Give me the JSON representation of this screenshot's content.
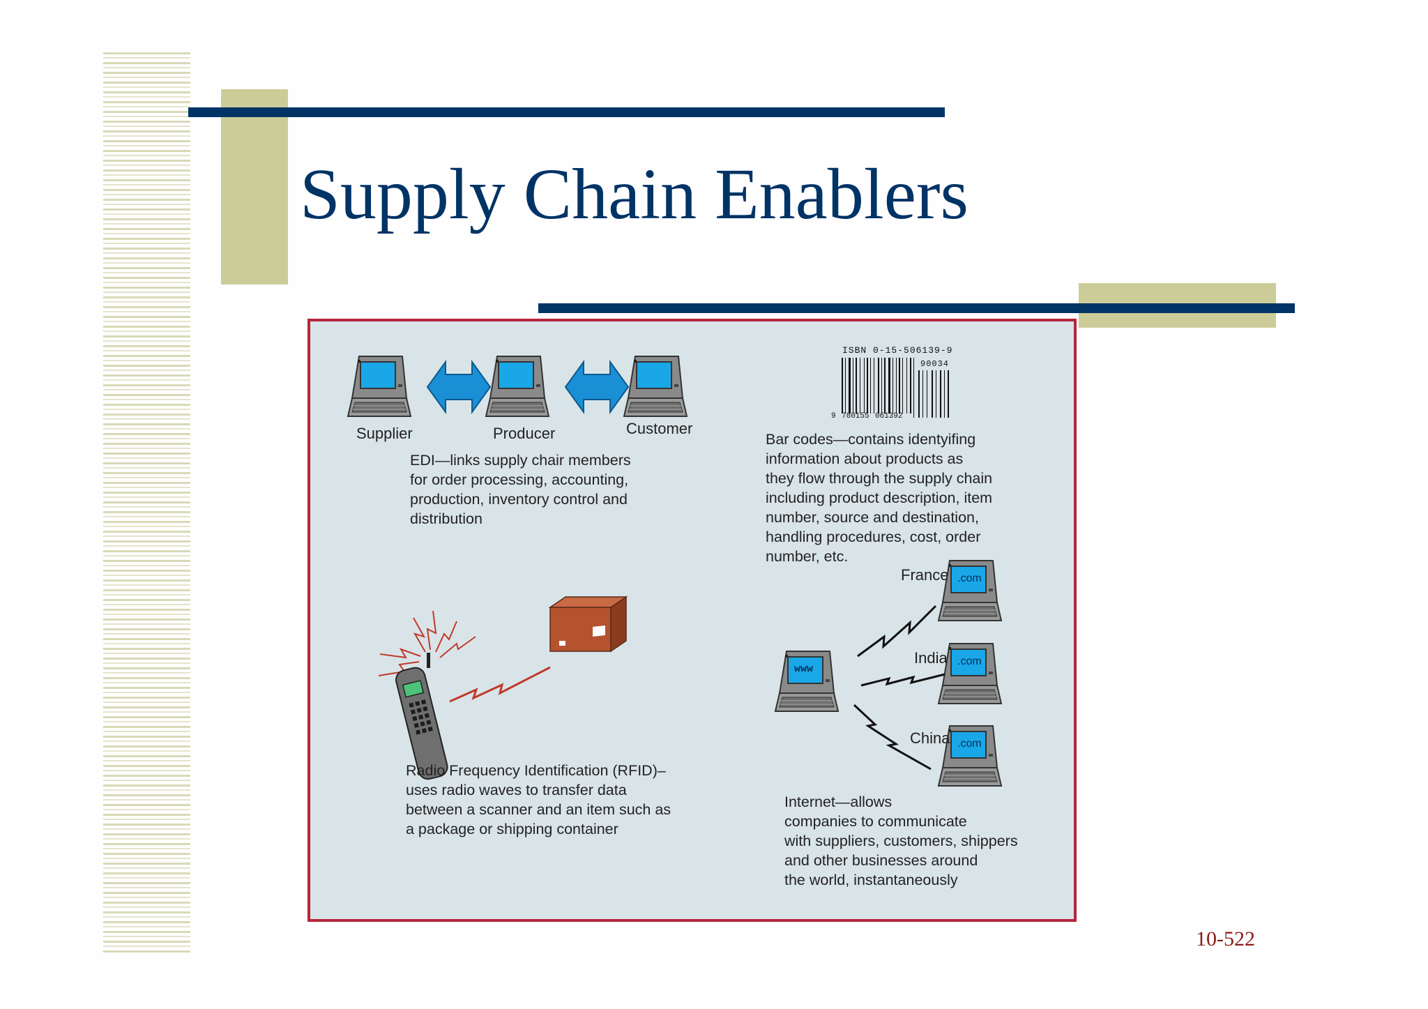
{
  "slide": {
    "title": "Supply Chain Enablers",
    "number": "10-522"
  },
  "figure": {
    "edi": {
      "nodes": [
        "Supplier",
        "Producer",
        "Customer"
      ],
      "caption": "EDI—links supply chair members\nfor order processing, accounting,\nproduction, inventory control and\ndistribution"
    },
    "barcode": {
      "isbn": "ISBN 0-15-506139-9",
      "addon": "90034",
      "digits_left": "9",
      "digits_mid": "780155",
      "digits_right": "061392",
      "caption": "Bar codes—contains identyifing\ninformation about products as\nthey flow through the supply chain\nincluding product description, item\nnumber, source and destination,\nhandling procedures, cost, order\nnumber, etc."
    },
    "rfid": {
      "caption": "Radio Frequency Identification (RFID)–\nuses radio waves to transfer data\nbetween a scanner and an item such as\na package or shipping container"
    },
    "internet": {
      "hub_screen": "www",
      "destinations": [
        {
          "label": "France",
          "screen": ".com"
        },
        {
          "label": "India",
          "screen": ".com"
        },
        {
          "label": "China",
          "screen": ".com"
        }
      ],
      "caption": "Internet—allows\ncompanies to communicate\nwith suppliers, customers, shippers\nand other businesses around\nthe world, instantaneously"
    }
  },
  "colors": {
    "navy": "#003366",
    "olive": "#cccc99",
    "frame": "#b5263b",
    "figure_bg": "#d9e4e8",
    "screen": "#19a7e8",
    "arrow": "#1a8fd6",
    "box": "#b5532f"
  }
}
